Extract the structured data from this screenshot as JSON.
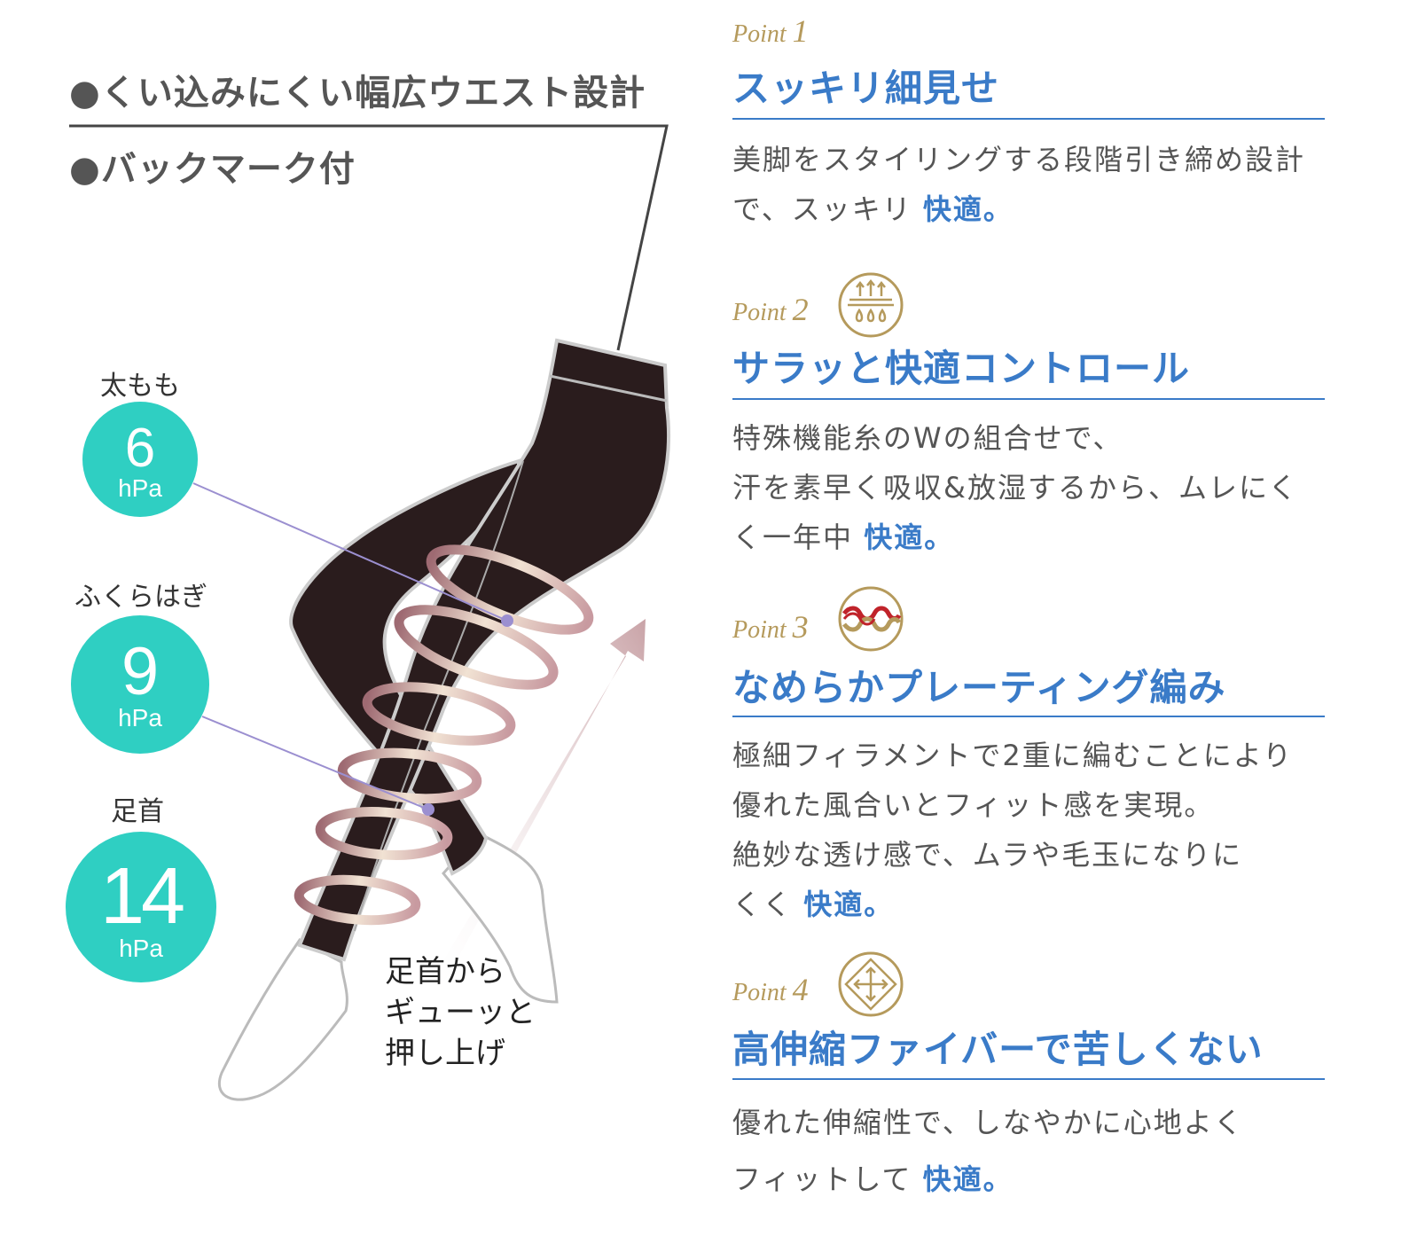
{
  "features": [
    {
      "bullet": "●",
      "text": "くい込みにくい幅広ウエスト設計"
    },
    {
      "bullet": "●",
      "text": "バックマーク付"
    }
  ],
  "pressure": [
    {
      "label": "太もも",
      "value": "6",
      "unit": "hPa"
    },
    {
      "label": "ふくらはぎ",
      "value": "9",
      "unit": "hPa"
    },
    {
      "label": "足首",
      "value": "14",
      "unit": "hPa"
    }
  ],
  "arrow_caption": [
    "足首から",
    "ギューッと",
    "押し上げ"
  ],
  "points": [
    {
      "label": "Point",
      "num": "1",
      "icon": "none",
      "title": "スッキリ細見せ",
      "lines": [
        "美脚をスタイリングする段階引き締め設計",
        "で、スッキリ "
      ],
      "highlight": "快適。"
    },
    {
      "label": "Point",
      "num": "2",
      "icon": "moisture-control-icon",
      "title": "サラッと快適コントロール",
      "lines": [
        "特殊機能糸のWの組合せで、",
        "汗を素早く吸収&放湿するから、ムレにく",
        "く一年中 "
      ],
      "highlight": "快適。"
    },
    {
      "label": "Point",
      "num": "3",
      "icon": "plating-knit-icon",
      "title": "なめらかプレーティング編み",
      "lines": [
        "極細フィラメントで2重に編むことにより",
        "優れた風合いとフィット感を実現。",
        "絶妙な透け感で、ムラや毛玉になりに",
        "くく "
      ],
      "highlight": "快適。"
    },
    {
      "label": "Point",
      "num": "4",
      "icon": "stretch-fiber-icon",
      "title": "高伸縮ファイバーで苦しくない",
      "lines": [
        "優れた伸縮性で、しなやかに心地よく",
        "フィットして "
      ],
      "highlight": "快適。"
    }
  ],
  "colors": {
    "accent": "#3a7bc8",
    "teal": "#2fcfc2",
    "gold": "#b59a5c",
    "text": "#555555"
  }
}
